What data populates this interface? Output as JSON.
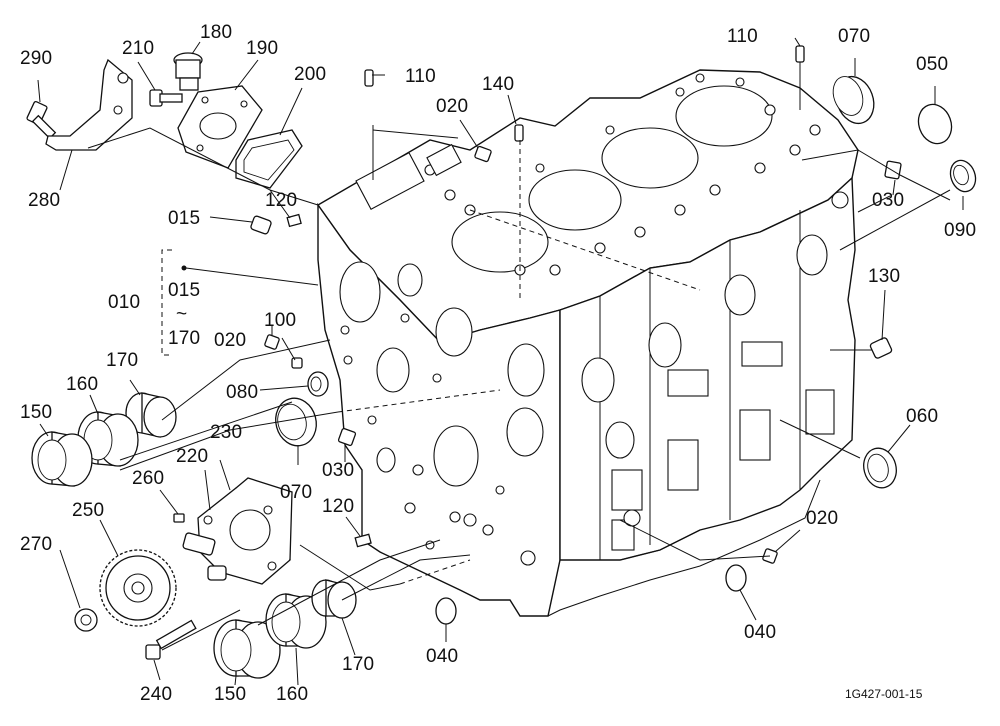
{
  "figure": {
    "reference_code": "1G427-001-15",
    "bracket_label": {
      "main": "010",
      "range_start": "015",
      "range_sep": "~",
      "range_end": "170"
    }
  },
  "callouts": [
    {
      "id": "c290",
      "text": "290"
    },
    {
      "id": "c210",
      "text": "210"
    },
    {
      "id": "c180",
      "text": "180"
    },
    {
      "id": "c190",
      "text": "190"
    },
    {
      "id": "c200",
      "text": "200"
    },
    {
      "id": "c280",
      "text": "280"
    },
    {
      "id": "c120a",
      "text": "120"
    },
    {
      "id": "c015",
      "text": "015"
    },
    {
      "id": "c110a",
      "text": "110"
    },
    {
      "id": "c020a",
      "text": "020"
    },
    {
      "id": "c140",
      "text": "140"
    },
    {
      "id": "c110b",
      "text": "110"
    },
    {
      "id": "c070a",
      "text": "070"
    },
    {
      "id": "c050",
      "text": "050"
    },
    {
      "id": "c030a",
      "text": "030"
    },
    {
      "id": "c090",
      "text": "090"
    },
    {
      "id": "c130",
      "text": "130"
    },
    {
      "id": "c020b",
      "text": "020"
    },
    {
      "id": "c100",
      "text": "100"
    },
    {
      "id": "c170a",
      "text": "170"
    },
    {
      "id": "c160a",
      "text": "160"
    },
    {
      "id": "c150a",
      "text": "150"
    },
    {
      "id": "c080",
      "text": "080"
    },
    {
      "id": "c070b",
      "text": "070"
    },
    {
      "id": "c030b",
      "text": "030"
    },
    {
      "id": "c230",
      "text": "230"
    },
    {
      "id": "c220",
      "text": "220"
    },
    {
      "id": "c260",
      "text": "260"
    },
    {
      "id": "c250",
      "text": "250"
    },
    {
      "id": "c270",
      "text": "270"
    },
    {
      "id": "c120b",
      "text": "120"
    },
    {
      "id": "c240",
      "text": "240"
    },
    {
      "id": "c150b",
      "text": "150"
    },
    {
      "id": "c160b",
      "text": "160"
    },
    {
      "id": "c170b",
      "text": "170"
    },
    {
      "id": "c040a",
      "text": "040"
    },
    {
      "id": "c040b",
      "text": "040"
    },
    {
      "id": "c020c",
      "text": "020"
    },
    {
      "id": "c060",
      "text": "060"
    }
  ]
}
